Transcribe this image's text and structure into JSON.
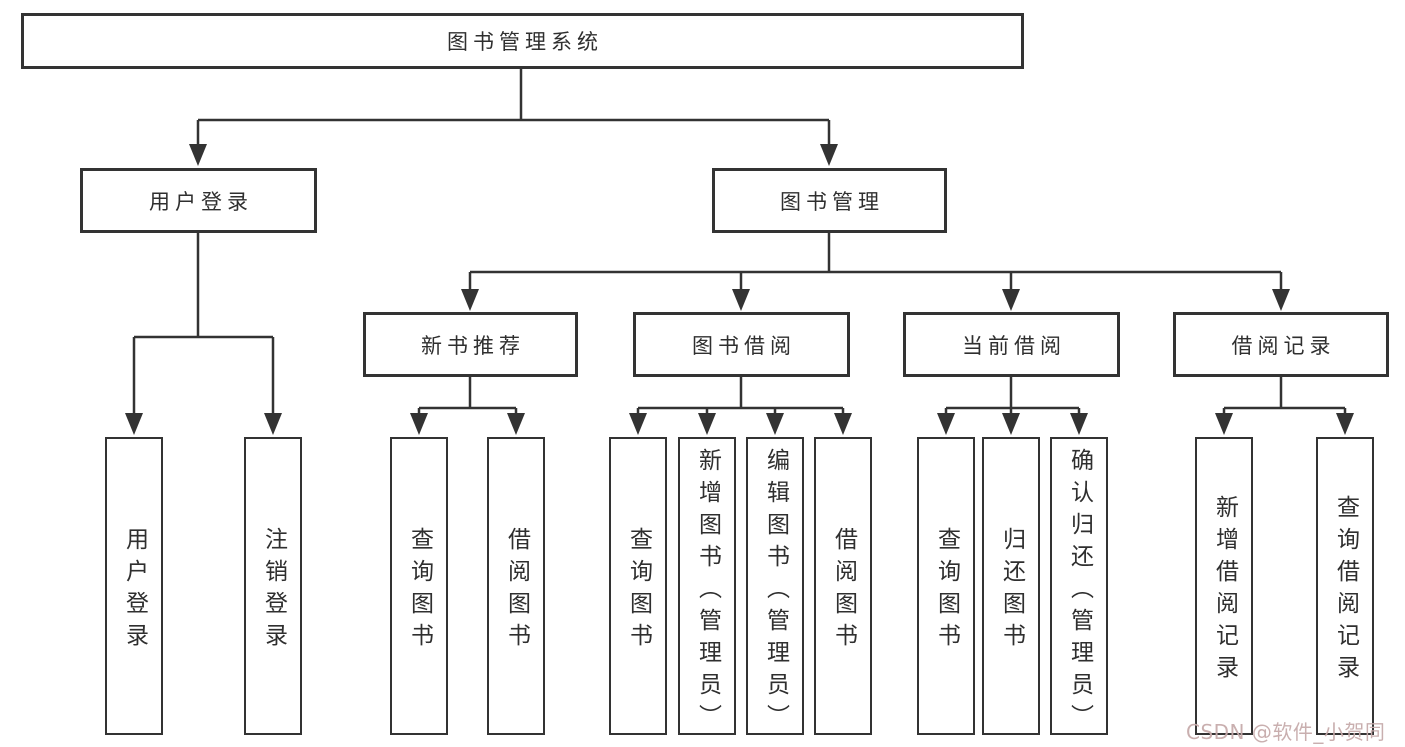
{
  "diagram": {
    "root": {
      "label": "图书管理系统"
    },
    "branches": [
      {
        "label": "用户登录",
        "children": [
          {
            "label": "用户登录"
          },
          {
            "label": "注销登录"
          }
        ]
      },
      {
        "label": "图书管理",
        "children": [
          {
            "label": "新书推荐",
            "children": [
              {
                "label": "查询图书"
              },
              {
                "label": "借阅图书"
              }
            ]
          },
          {
            "label": "图书借阅",
            "children": [
              {
                "label": "查询图书"
              },
              {
                "label": "新增图书（管理员）"
              },
              {
                "label": "编辑图书（管理员）"
              },
              {
                "label": "借阅图书"
              }
            ]
          },
          {
            "label": "当前借阅",
            "children": [
              {
                "label": "查询图书"
              },
              {
                "label": "归还图书"
              },
              {
                "label": "确认归还（管理员）"
              }
            ]
          },
          {
            "label": "借阅记录",
            "children": [
              {
                "label": "新增借阅记录"
              },
              {
                "label": "查询借阅记录"
              }
            ]
          }
        ]
      }
    ]
  },
  "watermark": {
    "text": "CSDN @软件_小贺同学"
  },
  "colors": {
    "line": "#333333",
    "node_text": "#2f2f2f",
    "background": "#ffffff",
    "watermark_text": "#c7abab"
  }
}
